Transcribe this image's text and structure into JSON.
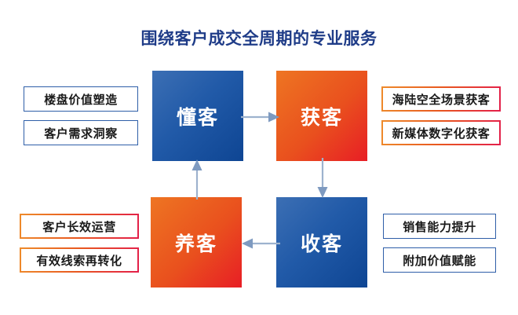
{
  "title": "围绕客户成交全周期的专业服务",
  "colors": {
    "title_blue": "#1F3C88",
    "core_blue_start": "#3C6FB4",
    "core_blue_end": "#0E4593",
    "core_warm_start": "#EE7522",
    "core_warm_end": "#E81E25",
    "chip_border_blue": "#2E5EA8",
    "arrow_gray_blue": "#9DB2CE"
  },
  "core_boxes": [
    {
      "id": "dongke",
      "label": "懂客",
      "theme": "blue",
      "position": "top-left"
    },
    {
      "id": "huoke",
      "label": "获客",
      "theme": "warm",
      "position": "top-right"
    },
    {
      "id": "yangke",
      "label": "养客",
      "theme": "warm",
      "position": "bottom-left"
    },
    {
      "id": "shouke",
      "label": "收客",
      "theme": "blue",
      "position": "bottom-right"
    }
  ],
  "arrows": [
    {
      "id": "dongke-to-huoke",
      "direction": "right"
    },
    {
      "id": "huoke-to-shouke",
      "direction": "down"
    },
    {
      "id": "shouke-to-yangke",
      "direction": "left"
    },
    {
      "id": "yangke-to-dongke",
      "direction": "up"
    }
  ],
  "side_labels": {
    "top_left": [
      {
        "text": "楼盘价值塑造",
        "theme": "blue"
      },
      {
        "text": "客户需求洞察",
        "theme": "blue"
      }
    ],
    "bottom_left": [
      {
        "text": "客户长效运营",
        "theme": "warm"
      },
      {
        "text": "有效线索再转化",
        "theme": "warm"
      }
    ],
    "top_right": [
      {
        "text": "海陆空全场景获客",
        "theme": "warm"
      },
      {
        "text": "新媒体数字化获客",
        "theme": "warm"
      }
    ],
    "bottom_right": [
      {
        "text": "销售能力提升",
        "theme": "blue"
      },
      {
        "text": "附加价值赋能",
        "theme": "blue"
      }
    ]
  }
}
